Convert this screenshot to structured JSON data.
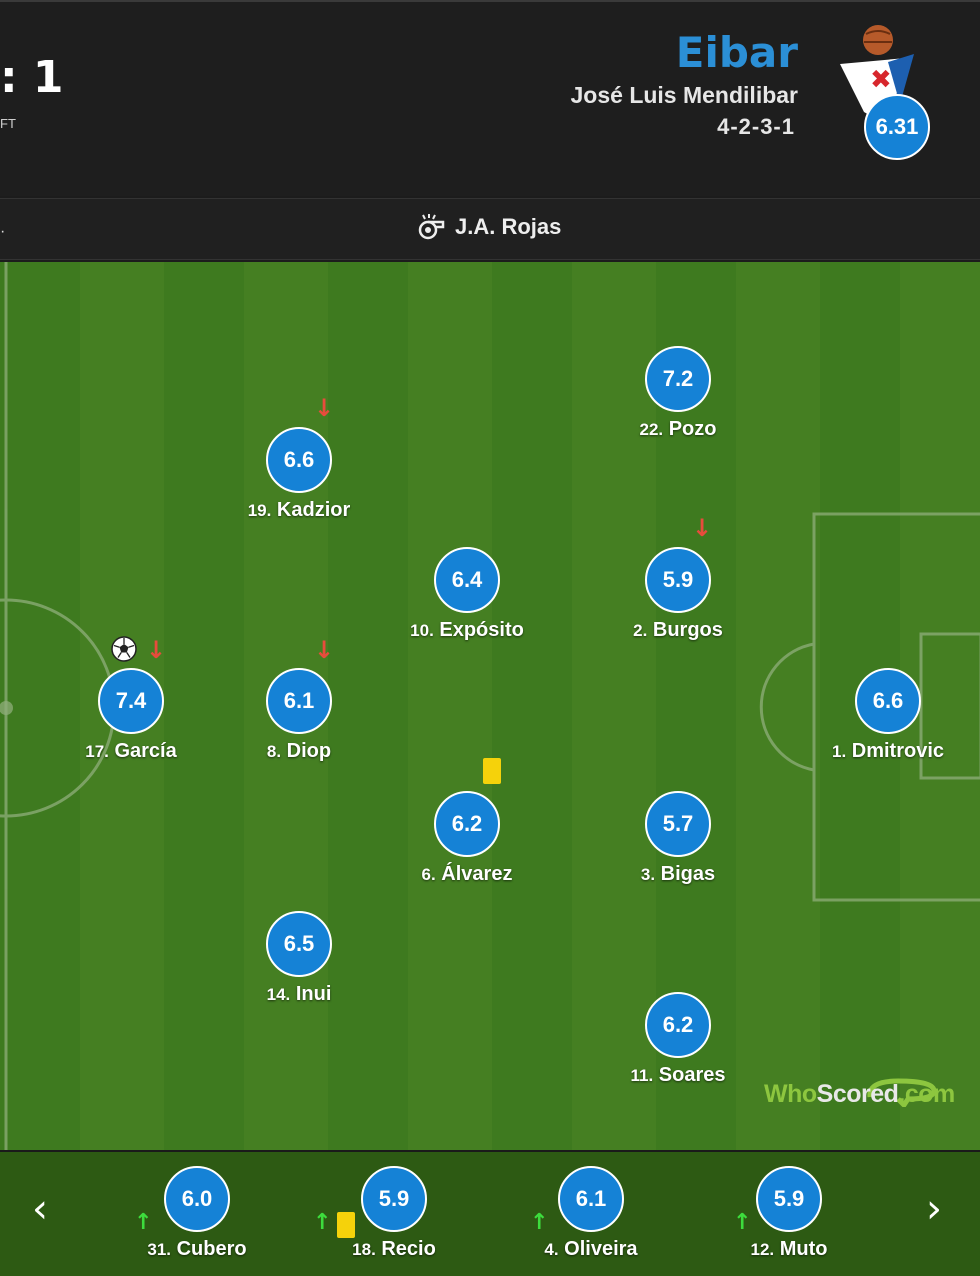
{
  "header": {
    "score": ": 1",
    "status": "FT",
    "team_name": "Eibar",
    "manager": "José Luis Mendilibar",
    "formation": "4-2-3-1",
    "team_rating": "6.31",
    "crest_icon": "eibar-crest-icon"
  },
  "subheader": {
    "left_text": "·",
    "referee_icon": "whistle-icon",
    "referee": "J.A. Rojas"
  },
  "players": [
    {
      "num": "22.",
      "name": "Pozo",
      "rating": "7.2"
    },
    {
      "num": "19.",
      "name": "Kadzior",
      "rating": "6.6",
      "subbed_off": true
    },
    {
      "num": "10.",
      "name": "Expósito",
      "rating": "6.4"
    },
    {
      "num": "2.",
      "name": "Burgos",
      "rating": "5.9",
      "subbed_off": true
    },
    {
      "num": "17.",
      "name": "García",
      "rating": "7.4",
      "goal": true,
      "subbed_off": true
    },
    {
      "num": "8.",
      "name": "Diop",
      "rating": "6.1",
      "subbed_off": true
    },
    {
      "num": "1.",
      "name": "Dmitrovic",
      "rating": "6.6"
    },
    {
      "num": "6.",
      "name": "Álvarez",
      "rating": "6.2",
      "yellow_card": true
    },
    {
      "num": "3.",
      "name": "Bigas",
      "rating": "5.7"
    },
    {
      "num": "14.",
      "name": "Inui",
      "rating": "6.5"
    },
    {
      "num": "11.",
      "name": "Soares",
      "rating": "6.2"
    }
  ],
  "watermark": {
    "who": "Who",
    "scored": "Scored",
    "com": ".com"
  },
  "bench": {
    "prev_label": "‹",
    "next_label": "›",
    "subs": [
      {
        "num": "31.",
        "name": "Cubero",
        "rating": "6.0",
        "subbed_on": true
      },
      {
        "num": "18.",
        "name": "Recio",
        "rating": "5.9",
        "subbed_on": true,
        "yellow_card": true
      },
      {
        "num": "4.",
        "name": "Oliveira",
        "rating": "6.1",
        "subbed_on": true
      },
      {
        "num": "12.",
        "name": "Muto",
        "rating": "5.9",
        "subbed_on": true
      }
    ]
  },
  "colors": {
    "rating_bubble": "#1582d6",
    "team_name": "#2b8fd6",
    "pitch_dark": "#3e7a1f",
    "pitch_light": "#457f22",
    "sub_off_arrow": "#e74c3c",
    "sub_on_arrow": "#3ddc3d",
    "yellow_card": "#f5d20b"
  }
}
